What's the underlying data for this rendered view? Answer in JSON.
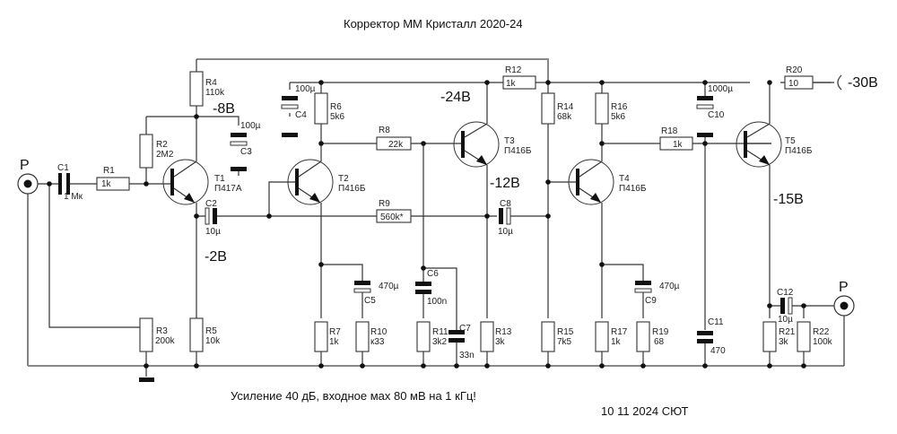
{
  "title": "Корректор ММ Кристалл 2020-24",
  "footer": {
    "note": "Усиление 40 дБ, входное мах 80 мВ на 1 кГц!",
    "date": "10 11 2024 СЮТ"
  },
  "voltages": {
    "v8": "-8В",
    "v2": "-2В",
    "v24": "-24В",
    "v12": "-12В",
    "v15": "-15В",
    "v30": "-30В"
  },
  "connectors": {
    "input": "P",
    "output": "P"
  },
  "transistors": [
    {
      "ref": "T1",
      "type": "П417А"
    },
    {
      "ref": "T2",
      "type": "П416Б"
    },
    {
      "ref": "T3",
      "type": "П416Б"
    },
    {
      "ref": "T4",
      "type": "П416Б"
    },
    {
      "ref": "T5",
      "type": "П416Б"
    }
  ],
  "resistors": {
    "R1": "1k",
    "R2": "2M2",
    "R3": "200k",
    "R4": "110k",
    "R5": "10k",
    "R6": "5k6",
    "R7": "1k",
    "R8": "22k",
    "R9": "560k*",
    "R10": "к33",
    "R11": "3k2",
    "R12": "1k",
    "R13": "3k",
    "R14": "68k",
    "R15": "7k5",
    "R16": "5k6",
    "R17": "1k",
    "R18": "1k",
    "R19": "68",
    "R20": "10",
    "R21": "3k",
    "R22": "100k"
  },
  "capacitors": {
    "C1": "1 Mк",
    "C2": "10µ",
    "C3": "100µ",
    "C4": "100µ",
    "C5": "470µ",
    "C6": "100n",
    "C7": "33n",
    "C8": "10µ",
    "C9": "470µ",
    "C10": "1000µ",
    "C11": "470",
    "C12": "10µ"
  },
  "refs": {
    "R1": "R1",
    "R2": "R2",
    "R3": "R3",
    "R4": "R4",
    "R5": "R5",
    "R6": "R6",
    "R7": "R7",
    "R8": "R8",
    "R9": "R9",
    "R10": "R10",
    "R11": "R11",
    "R12": "R12",
    "R13": "R13",
    "R14": "R14",
    "R15": "R15",
    "R16": "R16",
    "R17": "R17",
    "R18": "R18",
    "R19": "R19",
    "R20": "R20",
    "R21": "R21",
    "R22": "R22",
    "C1": "C1",
    "C2": "C2",
    "C3": "C3",
    "C4": "C4",
    "C5": "C5",
    "C6": "C6",
    "C7": "C7",
    "C8": "C8",
    "C9": "C9",
    "C10": "C10",
    "C11": "C11",
    "C12": "C12"
  }
}
